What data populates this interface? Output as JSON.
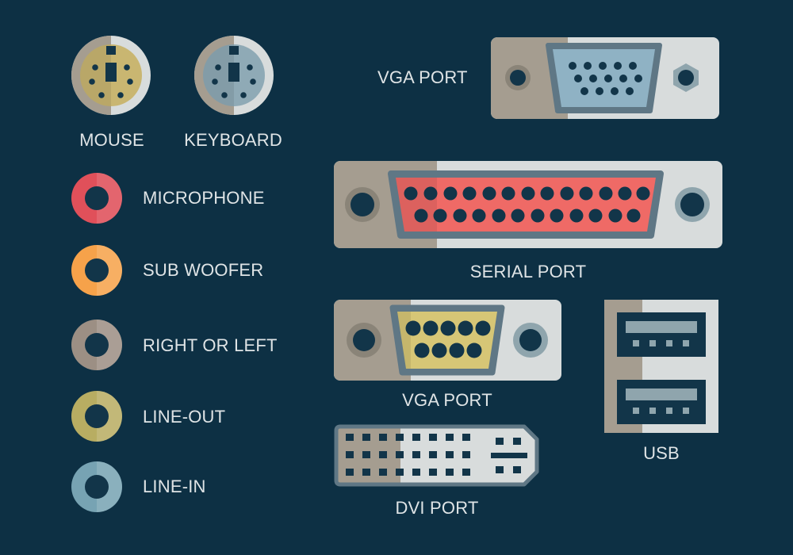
{
  "ports": {
    "ps2": [
      {
        "name": "mouse",
        "label": "MOUSE"
      },
      {
        "name": "keyboard",
        "label": "KEYBOARD"
      }
    ],
    "audio_jacks": [
      {
        "name": "microphone",
        "label": "MICROPHONE",
        "color": "#e0505a"
      },
      {
        "name": "sub-woofer",
        "label": "SUB WOOFER",
        "color": "#f6a24a"
      },
      {
        "name": "right-or-left",
        "label": "RIGHT OR LEFT",
        "color": "#9c8f84"
      },
      {
        "name": "line-out",
        "label": "LINE-OUT",
        "color": "#b8ad62"
      },
      {
        "name": "line-in",
        "label": "LINE-IN",
        "color": "#77a3b3"
      }
    ],
    "vga_top": {
      "label": "VGA PORT"
    },
    "serial": {
      "label": "SERIAL PORT"
    },
    "vga_bottom": {
      "label": "VGA PORT"
    },
    "usb": {
      "label": "USB"
    },
    "dvi": {
      "label": "DVI PORT"
    }
  },
  "colors": {
    "background": "#0d3044",
    "plate_light": "#d8dcdc",
    "plate_dark": "#a59d90",
    "pin_dark": "#123549",
    "ps2_mouse": "#c9b671",
    "ps2_keyboard": "#8faab6",
    "vga_blue": "#8fb2c4",
    "serial_red": "#ef6a66",
    "db9_yellow": "#d6c676"
  }
}
